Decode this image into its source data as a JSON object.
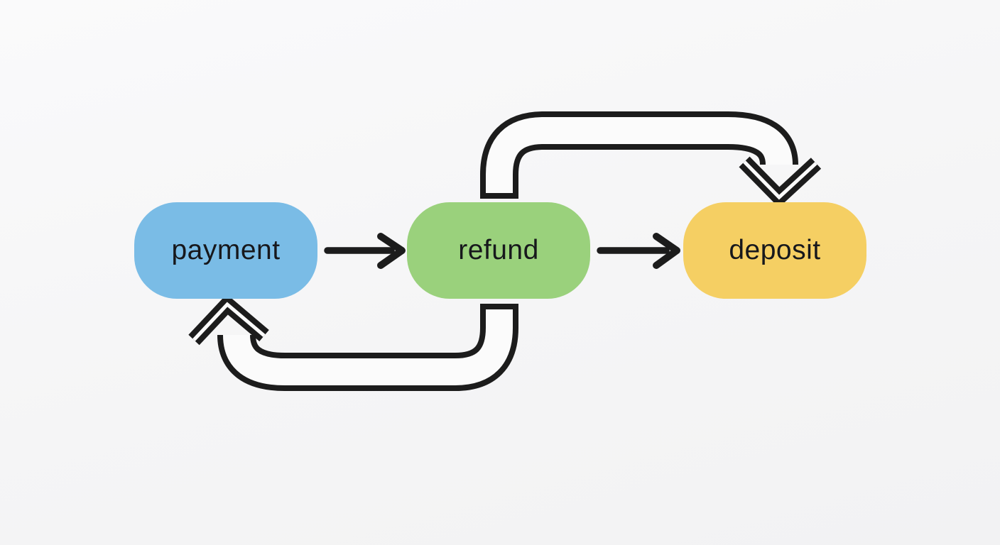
{
  "diagram": {
    "background": "#f5f5f6",
    "arrow_color": "#1c1c1c",
    "arrow_fill": "#fbfbfb",
    "text_color": "#17181c",
    "nodes": [
      {
        "id": "payment",
        "label": "payment",
        "color": "#7abce6"
      },
      {
        "id": "refund",
        "label": "refund",
        "color": "#9ad17c"
      },
      {
        "id": "deposit",
        "label": "deposit",
        "color": "#f5cf63"
      }
    ],
    "edges": [
      {
        "from": "payment",
        "to": "refund",
        "type": "straight-arrow"
      },
      {
        "from": "refund",
        "to": "deposit",
        "type": "straight-arrow"
      },
      {
        "from": "refund",
        "to": "deposit",
        "type": "curved-block-arrow-over-top"
      },
      {
        "from": "refund",
        "to": "payment",
        "type": "curved-block-arrow-under-bottom"
      }
    ]
  }
}
